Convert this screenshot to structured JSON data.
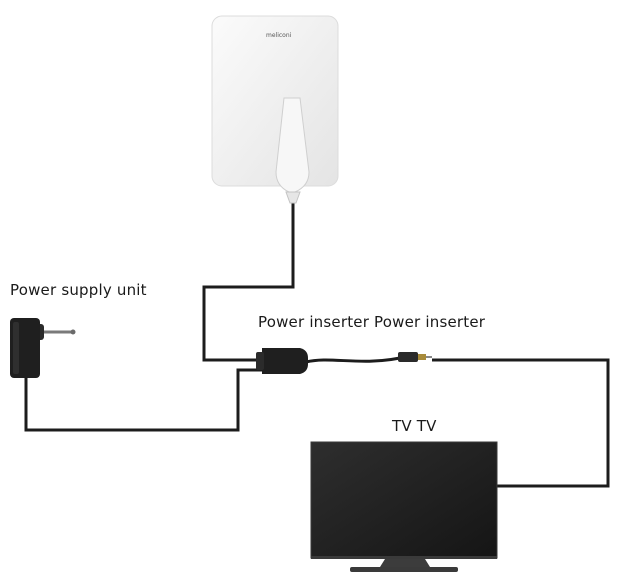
{
  "labels": {
    "power_supply_unit": "Power supply unit",
    "power_inserter": "Power inserter Power inserter",
    "tv": "TV TV"
  },
  "antenna": {
    "brand": "meliconi"
  },
  "colors": {
    "cable": "#1c1c1c",
    "antenna_body": "#f2f2f2",
    "device_dark": "#1f1f1f",
    "screen": "#262626"
  }
}
